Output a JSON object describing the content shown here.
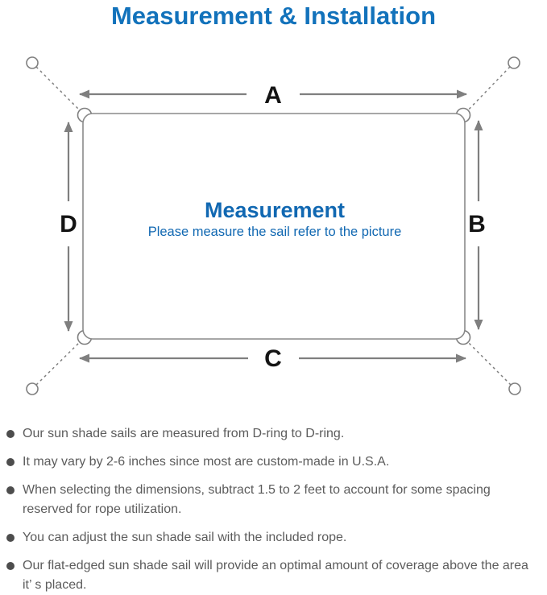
{
  "title": "Measurement & Installation",
  "colors": {
    "accent_blue": "#1272bb",
    "center_blue": "#1168b2",
    "line_gray": "#7f7f7f",
    "label_black": "#141414",
    "text_gray": "#5c5c5c",
    "bullet_gray": "#4d4d4d"
  },
  "diagram": {
    "label_top": "A",
    "label_right": "B",
    "label_bottom": "C",
    "label_left": "D",
    "center_heading": "Measurement",
    "center_subtitle": "Please measure the sail refer to the picture"
  },
  "bullets": {
    "items": [
      {
        "text": "Our sun shade sails are measured from D-ring to D-ring."
      },
      {
        "text": "It may vary by 2-6 inches since most are custom-made in U.S.A."
      },
      {
        "text": "When selecting the dimensions, subtract 1.5 to 2 feet to account for some spacing reserved for rope utilization."
      },
      {
        "text": "You can adjust the sun shade sail with the included rope."
      },
      {
        "text": "Our flat-edged sun shade sail will provide an optimal amount of coverage above the area it’ s placed."
      }
    ]
  }
}
